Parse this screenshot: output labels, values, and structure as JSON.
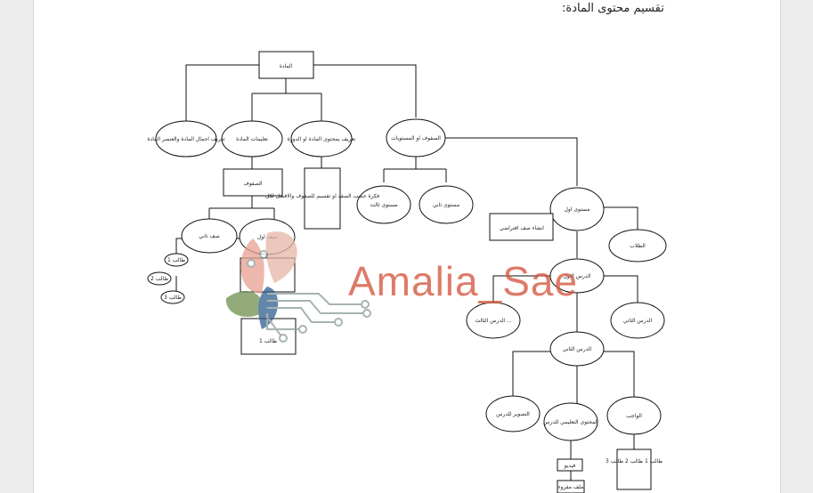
{
  "heading": "تقسيم محتوى المادة:",
  "watermark": {
    "text": "Amalia_Sae"
  },
  "nodes": {
    "root": "المادة",
    "overview": "تعريف اجمال المادة والعنصر المادة",
    "options": "تعليمات المادة",
    "sections_intro": "تعريف بمحتوى المادة او الدورة",
    "levels": "الصفوف او المستويات",
    "grades": "الصفوف",
    "note_box": "فكرة حسب الصف او تقسيم للصفوف والافضل لكل",
    "level3": "مستوى ثالث",
    "level2": "مستوى ثاني",
    "level1": "مستوى اول",
    "class1": "صف اول",
    "class2": "صف ثاني",
    "student1": "طالب 1",
    "student2": "طالب 2",
    "student3": "طالب 3",
    "student_box": "طالب 1",
    "virtual_class": "انشاء صف افتراضي",
    "students": "الطلاب",
    "lesson1": "الدرس الاول",
    "lesson3": "... الدرس الثالث",
    "lesson2b": "الدرس الثاني",
    "lesson2": "الدرس الثاني",
    "lesson_summary": "التصوير للدرس",
    "lesson_content": "المحتوى التعليمي للدرس",
    "homework": "الواجب",
    "video": "فيديو",
    "file": "ملف مقروء",
    "hw_students": "طالب 1 طالب 2 طالب 3"
  }
}
